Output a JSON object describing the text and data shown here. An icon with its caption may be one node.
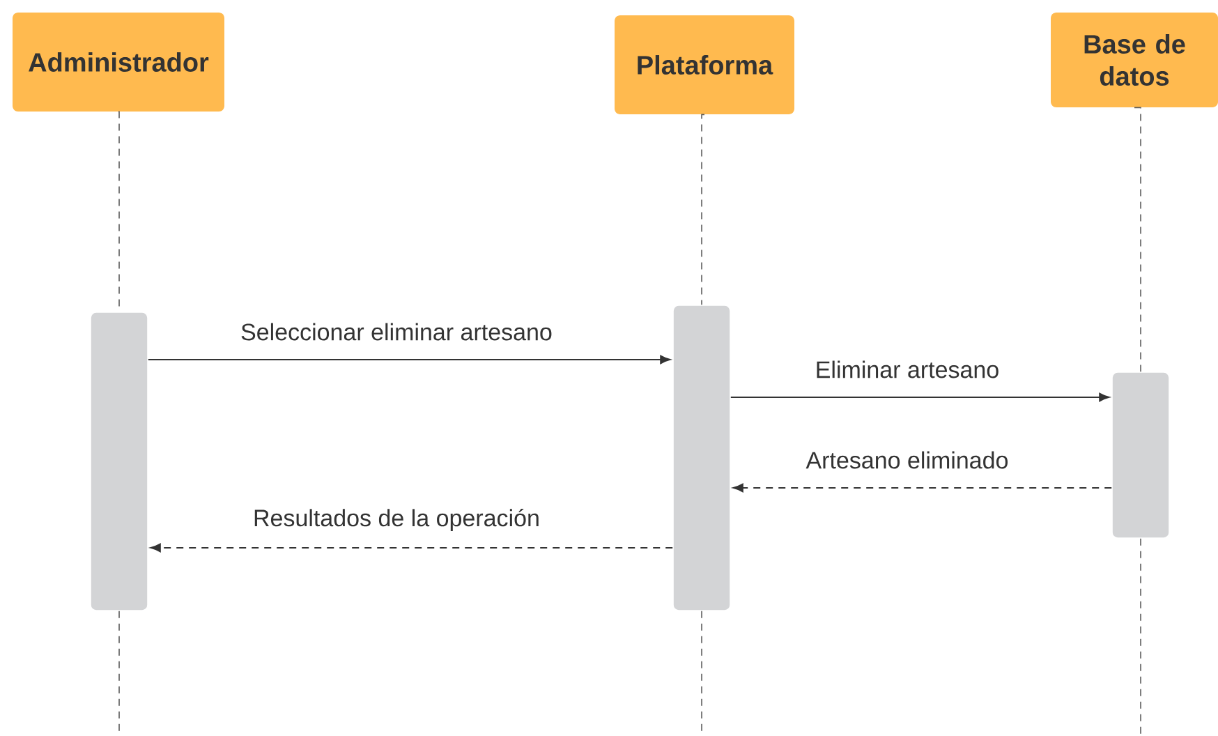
{
  "diagram": {
    "nodes": [
      {
        "text": [
          "Administrador"
        ]
      },
      {
        "text": [
          "Plataforma"
        ]
      },
      {
        "text": [
          "Base de datos"
        ]
      },
      {
        "text": [],
        "shape": "bar"
      },
      {
        "text": [],
        "shape": "bar"
      },
      {
        "text": [],
        "shape": "bar"
      }
    ],
    "edges": [
      {
        "from": 0,
        "to": 3,
        "arrow": "none",
        "style": "dashed"
      },
      {
        "from": 1,
        "to": 4,
        "arrow": "none",
        "style": "dashed"
      },
      {
        "from": 2,
        "to": 5,
        "arrow": "none",
        "style": "dashed"
      },
      {
        "from": 3,
        "to": null,
        "arrow": "none",
        "style": "dashed"
      },
      {
        "from": 4,
        "to": null,
        "arrow": "none",
        "style": "dashed"
      },
      {
        "from": 5,
        "to": null,
        "arrow": "none",
        "style": "dashed"
      },
      {
        "from": 3,
        "to": 4,
        "arrow": "to",
        "label": "Seleccionar eliminar artesano"
      },
      {
        "from": 4,
        "to": 5,
        "arrow": "to",
        "label": "Eliminar artesano"
      },
      {
        "from": 5,
        "to": 4,
        "arrow": "to",
        "label": "Artesano eliminado",
        "style": "dashed"
      },
      {
        "from": 4,
        "to": 3,
        "arrow": "to",
        "label": "Resultados de la operación",
        "style": "dashed"
      }
    ]
  }
}
